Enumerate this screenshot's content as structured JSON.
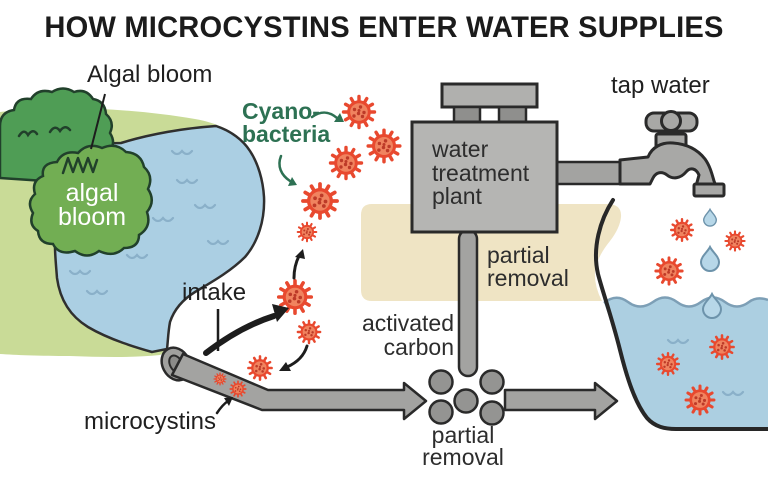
{
  "title": "HOW MICROCYSTINS ENTER WATER SUPPLIES",
  "labels": {
    "algal_bloom_callout": "Algal bloom",
    "algal_bloom_inner": "algal\nbloom",
    "cyanobacteria": "Cyano-\nbacteria",
    "intake": "intake",
    "microcystins": "microcystins",
    "water_treatment_plant": "water\ntreatment\nplant",
    "partial_removal_plant": "partial\nremoval",
    "activated_carbon": "activated\ncarbon",
    "partial_removal_carbon": "partial\nremoval",
    "tap_water": "tap water"
  },
  "icons": [
    "algal-bloom-icon",
    "river-icon",
    "cyanobacteria-cell-icon",
    "intake-pipe-icon",
    "treatment-plant-icon",
    "activated-carbon-icon",
    "faucet-icon",
    "water-drop-icon",
    "water-tank-icon",
    "flow-arrow-icon",
    "callout-arrow-icon"
  ],
  "colors": {
    "background": "#ffffff",
    "land_green": "#c9db97",
    "bush_green": "#4f9d55",
    "bloom_green": "#72ae53",
    "plant_outline": "#21402b",
    "water_blue": "#abcfe3",
    "wave_blue": "#8ab0c9",
    "beige": "#efe4c4",
    "pipe_gray": "#a3a3a1",
    "plant_gray": "#b5b5b3",
    "chimney_gray": "#8f8f8d",
    "cell_red": "#e8492f",
    "cell_fill": "#f0835f",
    "cell_dot": "#bd3a28",
    "label_green": "#2d7153",
    "ink": "#1f1f1f",
    "outline_dark": "#2a2a2a"
  }
}
